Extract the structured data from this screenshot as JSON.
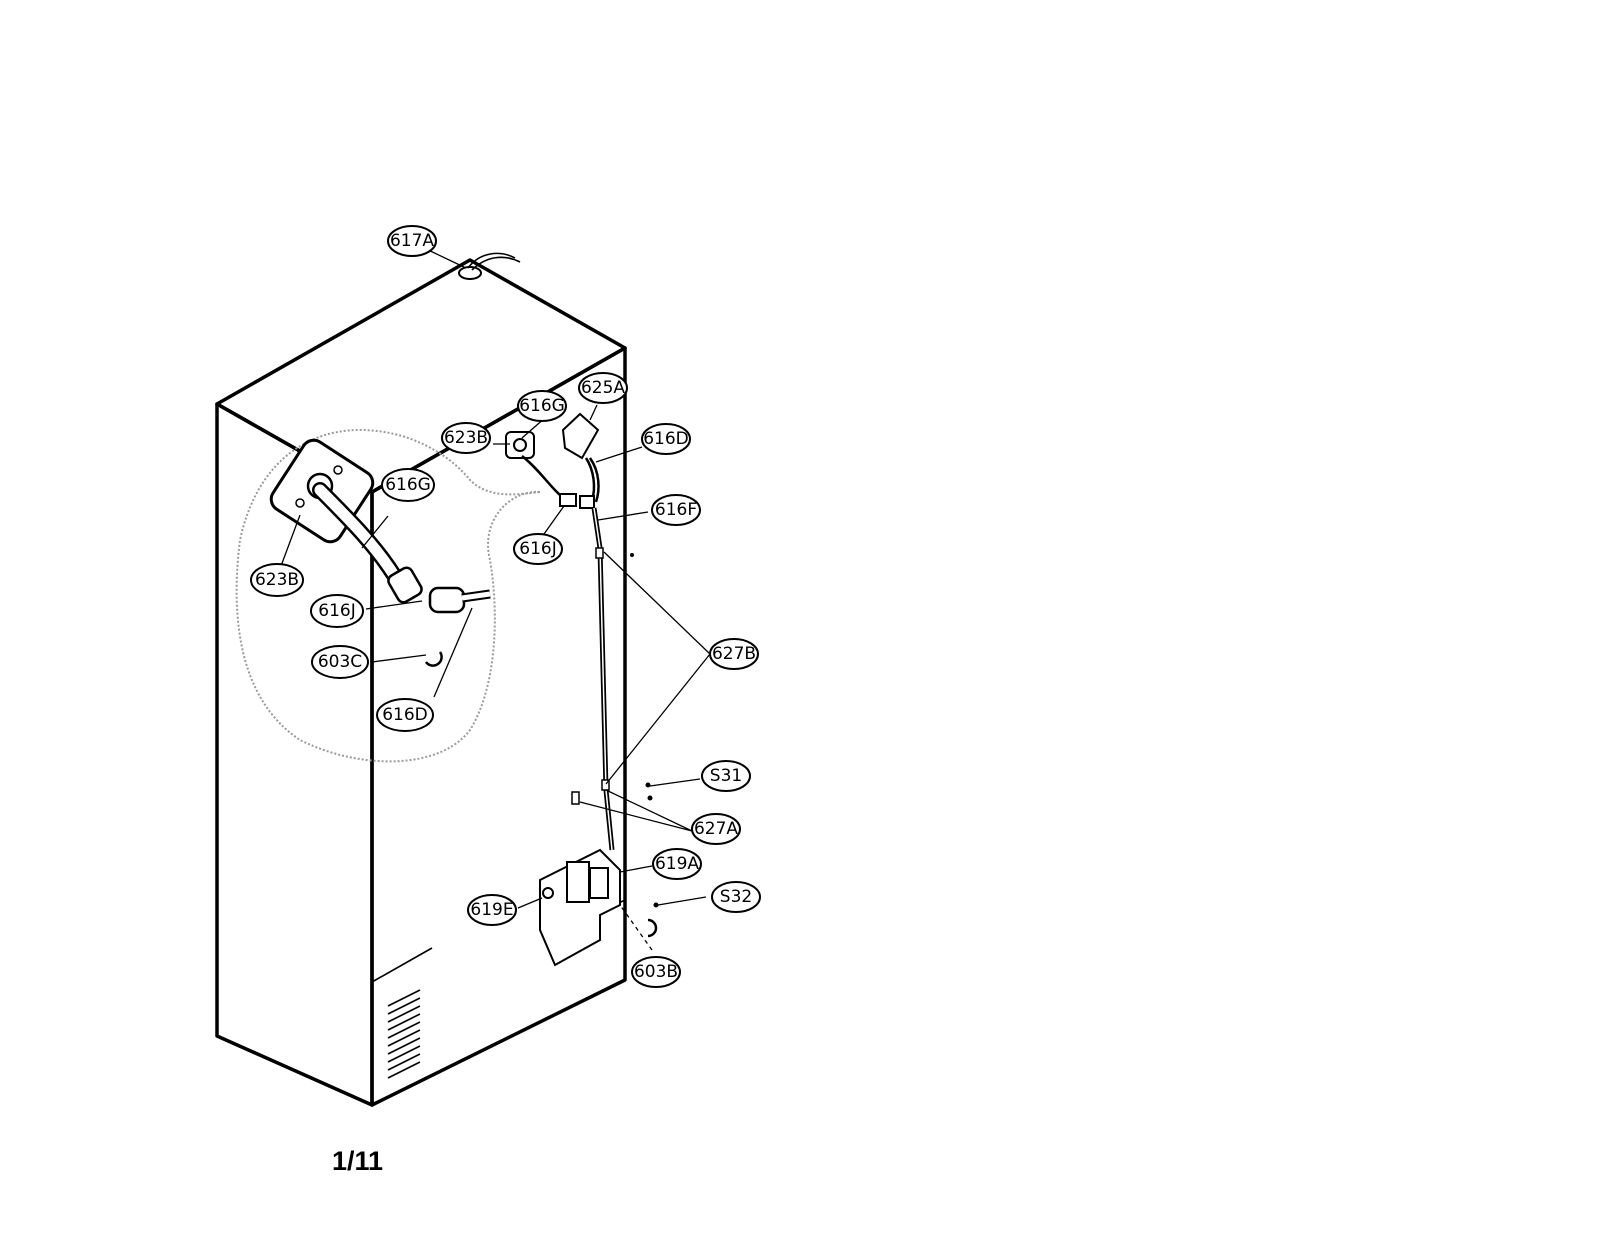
{
  "diagram": {
    "page_number": "1/11",
    "callouts": [
      {
        "id": "617A",
        "label": "617A"
      },
      {
        "id": "625A",
        "label": "625A"
      },
      {
        "id": "616G-main",
        "label": "616G"
      },
      {
        "id": "623B-main",
        "label": "623B"
      },
      {
        "id": "616D-main",
        "label": "616D"
      },
      {
        "id": "616F",
        "label": "616F"
      },
      {
        "id": "616J-main",
        "label": "616J"
      },
      {
        "id": "616G-detail",
        "label": "616G"
      },
      {
        "id": "623B-detail",
        "label": "623B"
      },
      {
        "id": "616J-detail",
        "label": "616J"
      },
      {
        "id": "603C",
        "label": "603C"
      },
      {
        "id": "616D-detail",
        "label": "616D"
      },
      {
        "id": "627B",
        "label": "627B"
      },
      {
        "id": "S31",
        "label": "S31"
      },
      {
        "id": "627A",
        "label": "627A"
      },
      {
        "id": "619A",
        "label": "619A"
      },
      {
        "id": "619E",
        "label": "619E"
      },
      {
        "id": "S32",
        "label": "S32"
      },
      {
        "id": "603B",
        "label": "603B"
      }
    ]
  }
}
